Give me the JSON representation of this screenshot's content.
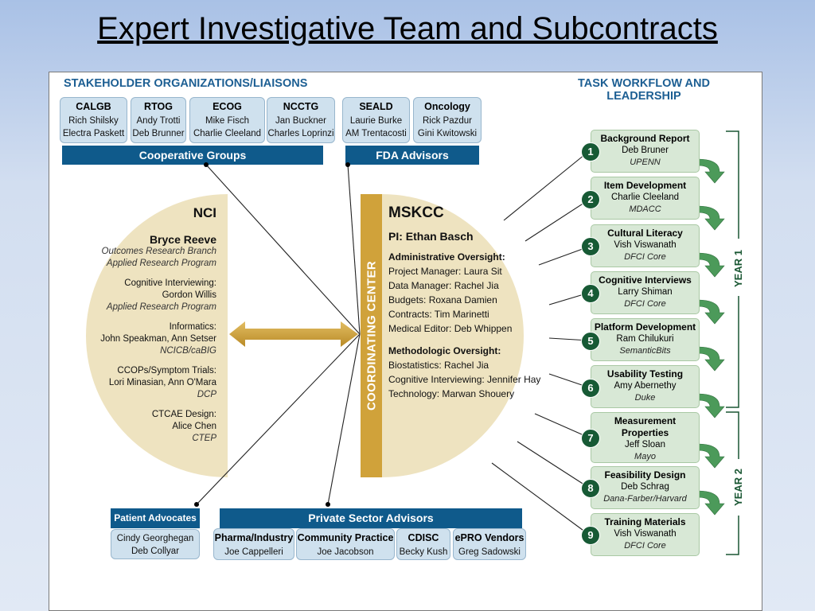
{
  "title": "Expert Investigative Team and Subcontracts",
  "stakeholders": {
    "heading": "STAKEHOLDER ORGANIZATIONS/LIAISONS",
    "coop_groups_label": "Cooperative Groups",
    "fda_label": "FDA Advisors",
    "groups": [
      {
        "name": "CALGB",
        "people": [
          "Rich Shilsky",
          "Electra Paskett"
        ]
      },
      {
        "name": "RTOG",
        "people": [
          "Andy Trotti",
          "Deb Brunner"
        ]
      },
      {
        "name": "ECOG",
        "people": [
          "Mike Fisch",
          "Charlie Cleeland"
        ]
      },
      {
        "name": "NCCTG",
        "people": [
          "Jan Buckner",
          "Charles Loprinzi"
        ]
      }
    ],
    "fda": [
      {
        "name": "SEALD",
        "people": [
          "Laurie Burke",
          "AM Trentacosti"
        ]
      },
      {
        "name": "Oncology",
        "people": [
          "Rick Pazdur",
          "Gini Kwitowski"
        ]
      }
    ]
  },
  "nci": {
    "title": "NCI",
    "lead": "Bryce Reeve",
    "lead_org1": "Outcomes Research Branch",
    "lead_org2": "Applied Research Program",
    "ci_label": "Cognitive Interviewing:",
    "ci_name": "Gordon Willis",
    "ci_org": "Applied Research Program",
    "inf_label": "Informatics:",
    "inf_name": "John Speakman, Ann Setser",
    "inf_org": "NCICB/caBIG",
    "ccop_label": "CCOPs/Symptom Trials:",
    "ccop_name": "Lori Minasian, Ann O'Mara",
    "ccop_org": "DCP",
    "ctcae_label": "CTCAE Design:",
    "ctcae_name": "Alice Chen",
    "ctcae_org": "CTEP"
  },
  "coordinating": "COORDINATING CENTER",
  "mskcc": {
    "title": "MSKCC",
    "pi": "PI: Ethan Basch",
    "admin_heading": "Administrative Oversight:",
    "admin": [
      "Project Manager: Laura Sit",
      "Data Manager: Rachel Jia",
      "Budgets: Roxana Damien",
      "Contracts: Tim Marinetti",
      "Medical Editor: Deb Whippen"
    ],
    "method_heading": "Methodologic Oversight:",
    "method": [
      "Biostatistics: Rachel Jia",
      "Cognitive Interviewing: Jennifer Hay",
      "Technology: Marwan Shouery"
    ]
  },
  "workflow": {
    "heading_line1": "TASK WORKFLOW AND",
    "heading_line2": "LEADERSHIP",
    "year1": "YEAR 1",
    "year2": "YEAR 2",
    "tasks": [
      {
        "num": "1",
        "title": "Background Report",
        "person": "Deb Bruner",
        "org": "UPENN"
      },
      {
        "num": "2",
        "title": "Item Development",
        "person": "Charlie Cleeland",
        "org": "MDACC"
      },
      {
        "num": "3",
        "title": "Cultural Literacy",
        "person": "Vish Viswanath",
        "org": "DFCI Core"
      },
      {
        "num": "4",
        "title": "Cognitive Interviews",
        "person": "Larry Shiman",
        "org": "DFCI Core"
      },
      {
        "num": "5",
        "title": "Platform Development",
        "person": "Ram Chilukuri",
        "org": "SemanticBits"
      },
      {
        "num": "6",
        "title": "Usability Testing",
        "person": "Amy Abernethy",
        "org": "Duke"
      },
      {
        "num": "7",
        "title": "Measurement Properties",
        "person": "Jeff Sloan",
        "org": "Mayo"
      },
      {
        "num": "8",
        "title": "Feasibility Design",
        "person": "Deb Schrag",
        "org": "Dana-Farber/Harvard"
      },
      {
        "num": "9",
        "title": "Training Materials",
        "person": "Vish Viswanath",
        "org": "DFCI Core"
      }
    ]
  },
  "patient_advocates": {
    "label": "Patient Advocates",
    "people": [
      "Cindy Georghegan",
      "Deb Collyar"
    ]
  },
  "private_sector": {
    "label": "Private Sector Advisors",
    "groups": [
      {
        "name": "Pharma/Industry",
        "person": "Joe Cappelleri"
      },
      {
        "name": "Community Practice",
        "person": "Joe Jacobson"
      },
      {
        "name": "CDISC",
        "person": "Becky Kush"
      },
      {
        "name": "ePRO Vendors",
        "person": "Greg Sadowski"
      }
    ]
  },
  "colors": {
    "navy": "#0f5a8b",
    "gold": "#d0a23a",
    "cream": "#eee3c0",
    "green": "#175a35",
    "light_green": "#d8e8d6"
  }
}
